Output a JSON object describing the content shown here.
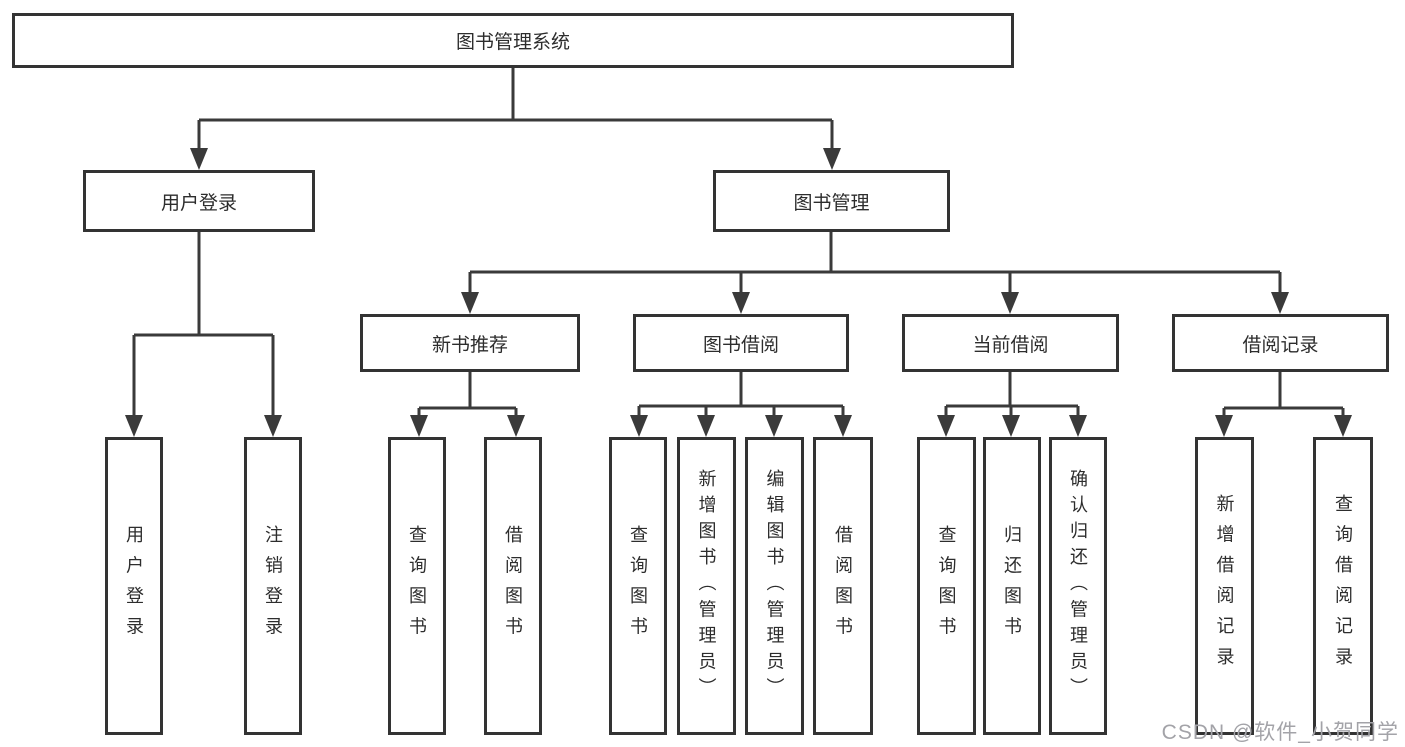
{
  "diagram": {
    "tree": {
      "label": "图书管理系统",
      "children": [
        {
          "label": "用户登录",
          "children": [
            {
              "label": "用户登录"
            },
            {
              "label": "注销登录"
            }
          ]
        },
        {
          "label": "图书管理",
          "children": [
            {
              "label": "新书推荐",
              "children": [
                {
                  "label": "查询图书"
                },
                {
                  "label": "借阅图书"
                }
              ]
            },
            {
              "label": "图书借阅",
              "children": [
                {
                  "label": "查询图书"
                },
                {
                  "label": "新增图书（管理员）"
                },
                {
                  "label": "编辑图书（管理员）"
                },
                {
                  "label": "借阅图书"
                }
              ]
            },
            {
              "label": "当前借阅",
              "children": [
                {
                  "label": "查询图书"
                },
                {
                  "label": "归还图书"
                },
                {
                  "label": "确认归还（管理员）"
                }
              ]
            },
            {
              "label": "借阅记录",
              "children": [
                {
                  "label": "新增借阅记录"
                },
                {
                  "label": "查询借阅记录"
                }
              ]
            }
          ]
        }
      ]
    }
  },
  "watermark": {
    "text": "CSDN @软件_小贺同学"
  },
  "colors": {
    "line": "#3a3a3a",
    "box_border": "#333333",
    "text": "#2d2d2d",
    "watermark": "#a3a3a8",
    "background": "#ffffff"
  }
}
